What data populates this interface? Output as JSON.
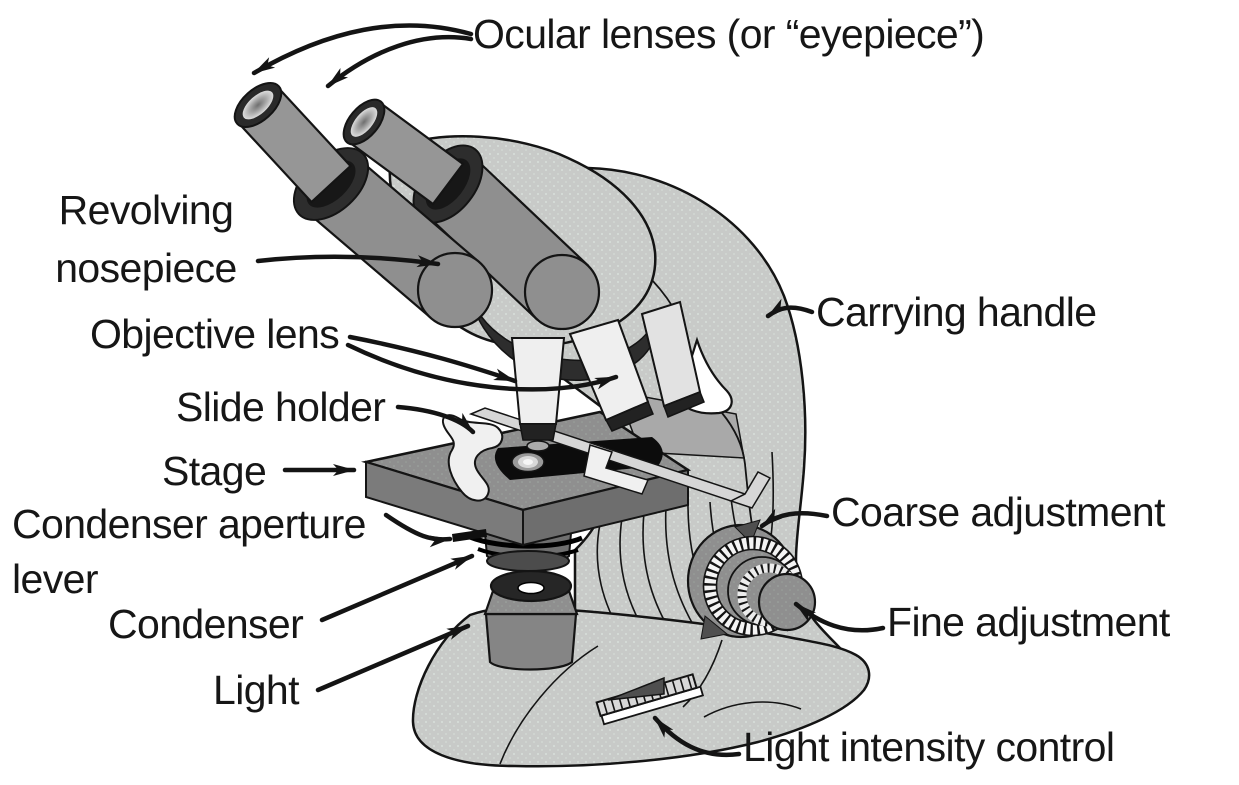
{
  "diagram": {
    "background": "#ffffff",
    "ink": "#141414",
    "body_light_gray": "#c8cac8",
    "body_mid_gray": "#919191",
    "dark_gray": "#2d2d2d",
    "labels": {
      "ocular": "Ocular lenses (or “eyepiece”)",
      "revolving_nosepiece": [
        "Revolving",
        "nosepiece"
      ],
      "objective": "Objective lens",
      "slide_holder": "Slide holder",
      "stage": "Stage",
      "condenser_aperture_lever": [
        "Condenser aperture",
        "lever"
      ],
      "condenser": "Condenser",
      "light": "Light",
      "carrying_handle": "Carrying handle",
      "coarse_adjustment": "Coarse adjustment",
      "fine_adjustment": "Fine adjustment",
      "light_intensity_control": "Light intensity control"
    }
  }
}
